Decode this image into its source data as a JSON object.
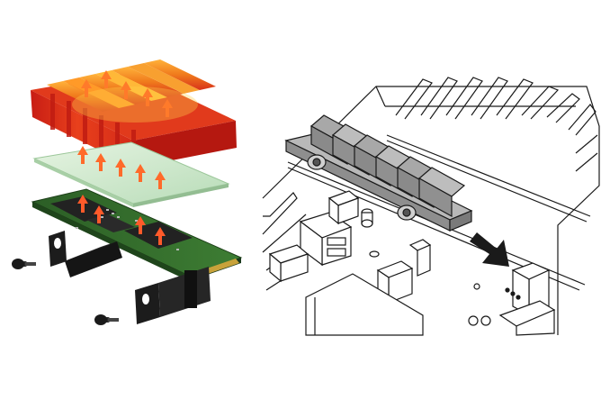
{
  "figure": {
    "left_panel": {
      "layers": [
        "heatsink",
        "thermal-pad",
        "m2-ssd",
        "mounting-bracket",
        "screws"
      ],
      "heat_flow": "upward",
      "colors": {
        "heatsink_hot": "#d9241a",
        "heatsink_warm": "#f08a18",
        "heatsink_glow": "#ffd24a",
        "thermal_pad": "#c9e8c9",
        "pcb": "#2f6b2a",
        "chip": "#242424",
        "bracket": "#1c1c1c",
        "arrow": "#ff6a2a"
      }
    },
    "right_panel": {
      "style": "line-art",
      "install_direction": "down-right",
      "colors": {
        "heatsink": "#a9a9a9",
        "line": "#1a1a1a",
        "arrow": "#1a1a1a"
      }
    }
  }
}
